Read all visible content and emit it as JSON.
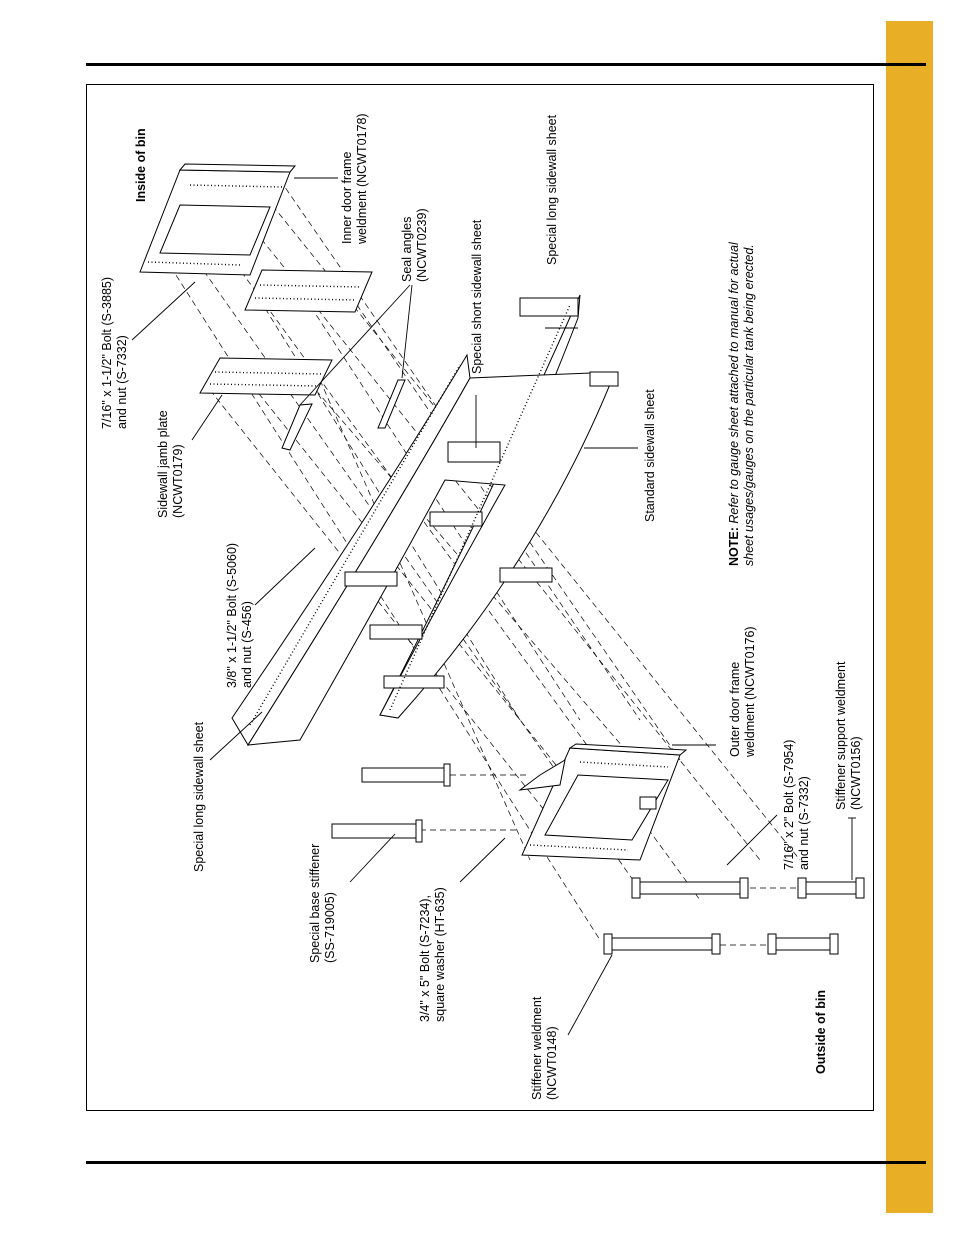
{
  "colors": {
    "tab": "#E8AE25",
    "rules": "#000000"
  },
  "labels": {
    "inside_of_bin": "Inside of bin",
    "outside_of_bin": "Outside of bin",
    "inner_door_frame_1": "Inner door frame",
    "inner_door_frame_2": "weldment (NCWT0178)",
    "bolt_7_16_1": "7/16\" x 1-1/2\" Bolt (S-3885)",
    "bolt_7_16_2": "and nut (S-7332)",
    "seal_angles_1": "Seal angles",
    "seal_angles_2": "(NCWT0239)",
    "special_long_sidewall_top": "Special long sidewall sheet",
    "special_short_sidewall": "Special short sidewall sheet",
    "sidewall_jamb_1": "Sidewall jamb plate",
    "sidewall_jamb_2": "(NCWT0179)",
    "bolt_3_8_1": "3/8\" x 1-1/2\" Bolt (S-5060)",
    "bolt_3_8_2": "and nut (S-456)",
    "standard_sidewall": "Standard sidewall sheet",
    "special_long_sidewall_left": "Special long sidewall sheet",
    "note_bold": "NOTE:",
    "note_1": " Refer to gauge sheet attached to manual for actual",
    "note_2": "sheet usages/gauges on the particular tank being erected.",
    "outer_door_frame_1": "Outer door frame",
    "outer_door_frame_2": "weldment (NCWT0176)",
    "special_base_stiffener_1": "Special base stiffener",
    "special_base_stiffener_2": "(SS-719005)",
    "bolt_3_4_1": "3/4\" x 5\" Bolt (S-7234),",
    "bolt_3_4_2": "square washer (HT-635)",
    "bolt_7_16x2_1": "7/16\" x 2\" Bolt (S-7954)",
    "bolt_7_16x2_2": "and nut (S-7332)",
    "stiffener_support_1": "Stiffener support weldment",
    "stiffener_support_2": "(NCWT0156)",
    "stiffener_weldment_1": "Stiffener weldment",
    "stiffener_weldment_2": "(NCWT0148)"
  }
}
